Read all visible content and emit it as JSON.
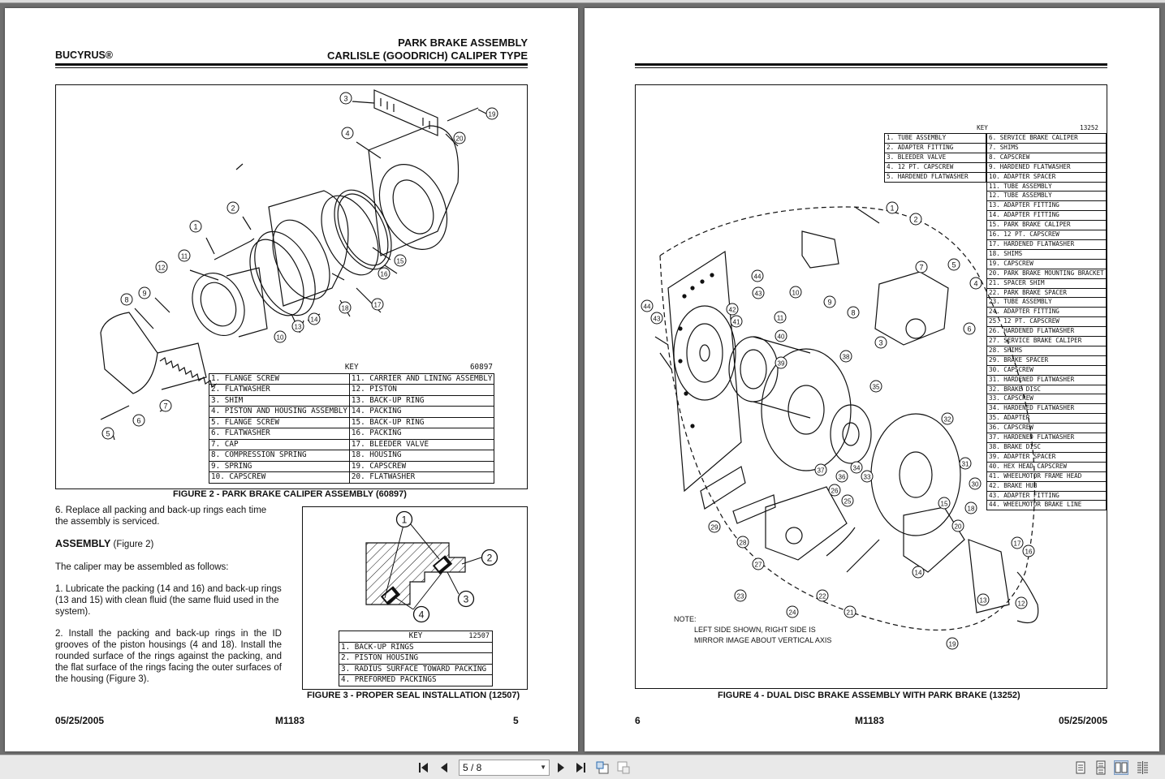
{
  "left_page": {
    "brand": "BUCYRUS®",
    "title_line1": "PARK BRAKE ASSEMBLY",
    "title_line2": "CARLISLE (GOODRICH) CALIPER TYPE",
    "figure2": {
      "key_title": "KEY",
      "key_id": "60897",
      "items_left": [
        "1.  FLANGE SCREW",
        "2.  FLATWASHER",
        "3.  SHIM",
        "4.  PISTON AND HOUSING ASSEMBLY",
        "5.  FLANGE SCREW",
        "6.  FLATWASHER",
        "7.  CAP",
        "8.  COMPRESSION SPRING",
        "9.  SPRING",
        "10. CAPSCREW"
      ],
      "items_right": [
        "11. CARRIER AND LINING ASSEMBLY",
        "12. PISTON",
        "13. BACK-UP RING",
        "14. PACKING",
        "15. BACK-UP RING",
        "16. PACKING",
        "17. BLEEDER VALVE",
        "18. HOUSING",
        "19. CAPSCREW",
        "20. FLATWASHER"
      ],
      "callouts": [
        "1",
        "2",
        "3",
        "4",
        "5",
        "6",
        "7",
        "8",
        "9",
        "10",
        "11",
        "12",
        "13",
        "14",
        "15",
        "16",
        "17",
        "18",
        "19",
        "20"
      ],
      "caption": "FIGURE 2 - PARK BRAKE CALIPER ASSEMBLY (60897)"
    },
    "para1": "6. Replace all packing and back-up rings each time the assembly is serviced.",
    "assembly_heading": "ASSEMBLY",
    "assembly_ref": " (Figure 2)",
    "para2": "The caliper may be assembled as follows:",
    "para3": "1. Lubricate the packing (14 and 16) and back-up rings (13 and 15) with clean fluid (the same fluid used in the system).",
    "para4": "2. Install the packing and back-up rings in the ID grooves of the piston housings (4 and 18).  Install the rounded surface of the rings against the packing, and the flat surface of the rings facing the outer surfaces of the housing (Figure 3).",
    "figure3": {
      "key_title": "KEY",
      "key_id": "12507",
      "items": [
        "1.  BACK-UP RINGS",
        "2.  PISTON HOUSING",
        "3.  RADIUS SURFACE TOWARD PACKING",
        "4.  PREFORMED PACKINGS"
      ],
      "callouts": [
        "1",
        "2",
        "3",
        "4"
      ],
      "caption": "FIGURE 3 - PROPER SEAL INSTALLATION (12507)"
    },
    "footer_date": "05/25/2005",
    "footer_doc": "M1183",
    "footer_page": "5"
  },
  "right_page": {
    "figure4": {
      "key_title": "KEY",
      "key_id": "13252",
      "items_left": [
        "1.  TUBE ASSEMBLY",
        "2.  ADAPTER FITTING",
        "3.  BLEEDER VALVE",
        "4.  12 PT. CAPSCREW",
        "5.  HARDENED FLATWASHER"
      ],
      "items_right": [
        "6.  SERVICE BRAKE CALIPER",
        "7.  SHIMS",
        "8.  CAPSCREW",
        "9.  HARDENED FLATWASHER",
        "10. ADAPTER SPACER",
        "11. TUBE ASSEMBLY",
        "12. TUBE ASSEMBLY",
        "13. ADAPTER FITTING",
        "14. ADAPTER FITTING",
        "15. PARK BRAKE CALIPER",
        "16. 12 PT. CAPSCREW",
        "17. HARDENED FLATWASHER",
        "18. SHIMS",
        "19. CAPSCREW",
        "20. PARK BRAKE MOUNTING BRACKET",
        "21. SPACER SHIM",
        "22. PARK BRAKE SPACER",
        "23. TUBE ASSEMBLY",
        "24. ADAPTER FITTING",
        "25. 12 PT. CAPSCREW",
        "26. HARDENED FLATWASHER",
        "27. SERVICE BRAKE CALIPER",
        "28. SHIMS",
        "29. BRAKE SPACER",
        "30. CAPSCREW",
        "31. HARDENED FLATWASHER",
        "32. BRAKE DISC",
        "33. CAPSCREW",
        "34. HARDENED FLATWASHER",
        "35. ADAPTER",
        "36. CAPSCREW",
        "37. HARDENED FLATWASHER",
        "38. BRAKE DISC",
        "39. ADAPTER SPACER",
        "40. HEX HEAD CAPSCREW",
        "41. WHEELMOTOR FRAME HEAD",
        "42. BRAKE HUB",
        "43. ADAPTER FITTING",
        "44. WHEELMOTOR BRAKE LINE"
      ],
      "note_label": "NOTE:",
      "note_line1": "LEFT SIDE SHOWN, RIGHT SIDE IS",
      "note_line2": "MIRROR IMAGE ABOUT VERTICAL AXIS",
      "callouts": [
        "1",
        "2",
        "3",
        "4",
        "5",
        "6",
        "7",
        "8",
        "9",
        "10",
        "11",
        "12",
        "13",
        "14",
        "15",
        "16",
        "17",
        "18",
        "19",
        "20",
        "21",
        "22",
        "23",
        "24",
        "25",
        "26",
        "27",
        "28",
        "29",
        "30",
        "31",
        "32",
        "33",
        "34",
        "35",
        "36",
        "37",
        "38",
        "39",
        "40",
        "41",
        "42",
        "43",
        "44",
        "43",
        "44"
      ],
      "caption": "FIGURE 4 - DUAL DISC BRAKE ASSEMBLY WITH PARK BRAKE (13252)"
    },
    "footer_page": "6",
    "footer_doc": "M1183",
    "footer_date": "05/25/2005"
  },
  "toolbar": {
    "first_icon": "first-page-icon",
    "prev_icon": "previous-page-icon",
    "page_value": "5 / 8",
    "next_icon": "next-page-icon",
    "last_icon": "last-page-icon",
    "single_page_view": "single-page-icon",
    "continuous_view": "continuous-icon",
    "facing_view": "facing-pages-icon",
    "continuous_facing_view": "continuous-facing-icon"
  }
}
